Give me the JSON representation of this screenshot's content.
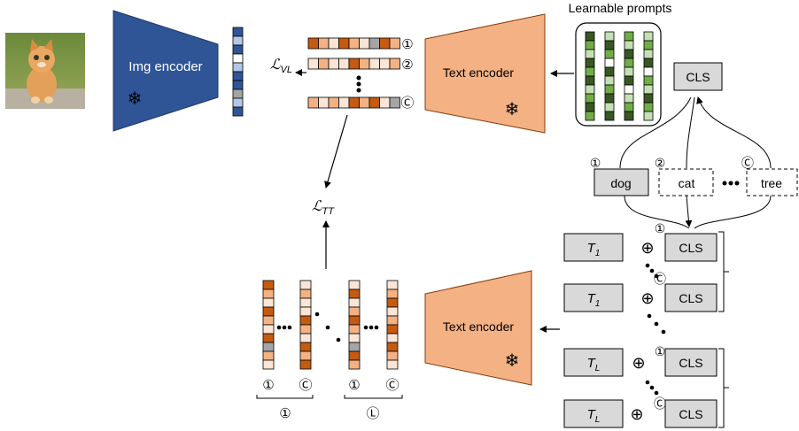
{
  "title": "Learnable prompts",
  "img_encoder_label": "Img encoder",
  "text_encoder_label": "Text encoder",
  "text_encoder_label_2": "Text encoder",
  "loss_vl": "ℒ",
  "loss_vl_sub": "VL",
  "loss_tt": "ℒ",
  "loss_tt_sub": "TT",
  "cls_label": "CLS",
  "classes": [
    {
      "index": "①",
      "name": "dog",
      "style": "solid"
    },
    {
      "index": "②",
      "name": "cat",
      "style": "dashed"
    },
    {
      "index": "Ⓒ",
      "name": "tree",
      "style": "dashed"
    }
  ],
  "text_embedding_indices": [
    "①",
    "②",
    "Ⓒ"
  ],
  "prompt_rows": [
    {
      "t": "T",
      "sub": "1",
      "index": "①",
      "cls": "CLS"
    },
    {
      "t": "T",
      "sub": "1",
      "index": "Ⓒ",
      "cls": "CLS"
    },
    {
      "t": "T",
      "sub": "L",
      "index": "①",
      "cls": "CLS"
    },
    {
      "t": "T",
      "sub": "L",
      "index": "Ⓒ",
      "cls": "CLS"
    }
  ],
  "bottom_col_labels": [
    "①",
    "Ⓒ",
    "①",
    "Ⓒ"
  ],
  "bottom_group_labels": [
    "①",
    "Ⓛ"
  ],
  "oplus": "⊕",
  "colors": {
    "img_encoder": "#2f5597",
    "text_encoder": "#f4b183",
    "cls_box": "#d9d9d9",
    "green_dark": "#385723",
    "green_mid": "#70ad47",
    "green_light": "#c5e0b4",
    "orange_dark": "#c55a11",
    "orange_light": "#fbe5d6",
    "blue_dark": "#2f5597",
    "blue_light": "#b4c7e7"
  }
}
